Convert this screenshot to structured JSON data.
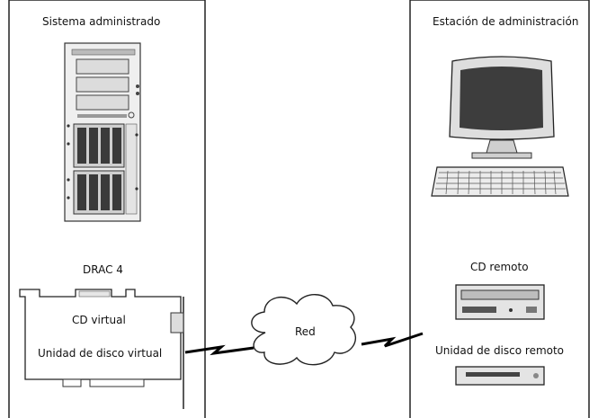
{
  "managed_system": {
    "title": "Sistema administrado",
    "card_name": "DRAC 4",
    "virtual_cd": "CD virtual",
    "virtual_disk": "Unidad de disco virtual"
  },
  "network": {
    "label": "Red"
  },
  "management_station": {
    "title": "Estación de administración",
    "remote_cd": "CD remoto",
    "remote_disk": "Unidad de disco remoto"
  }
}
